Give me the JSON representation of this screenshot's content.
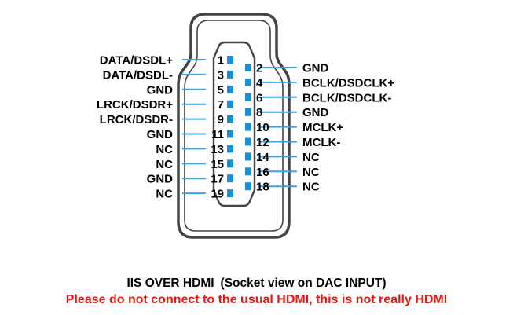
{
  "pins": [
    {
      "number": "1",
      "label": "DATA/DSDL+"
    },
    {
      "number": "2",
      "label": "GND"
    },
    {
      "number": "3",
      "label": "DATA/DSDL-"
    },
    {
      "number": "4",
      "label": "BCLK/DSDCLK+"
    },
    {
      "number": "5",
      "label": "GND"
    },
    {
      "number": "6",
      "label": "BCLK/DSDCLK-"
    },
    {
      "number": "7",
      "label": "LRCK/DSDR+"
    },
    {
      "number": "8",
      "label": "GND"
    },
    {
      "number": "9",
      "label": "LRCK/DSDR-"
    },
    {
      "number": "10",
      "label": "MCLK+"
    },
    {
      "number": "11",
      "label": "GND"
    },
    {
      "number": "12",
      "label": "MCLK-"
    },
    {
      "number": "13",
      "label": "NC"
    },
    {
      "number": "14",
      "label": "NC"
    },
    {
      "number": "15",
      "label": "NC"
    },
    {
      "number": "16",
      "label": "NC"
    },
    {
      "number": "17",
      "label": "GND"
    },
    {
      "number": "18",
      "label": "NC"
    },
    {
      "number": "19",
      "label": "NC"
    }
  ],
  "caption": {
    "title": "IIS OVER HDMI",
    "subtitle": "(Socket view on DAC INPUT)",
    "warning": "Please do not connect to the usual HDMI, this is not really HDMI"
  },
  "colors": {
    "pin": "#1a8fd8",
    "lead": "#3aa3e6",
    "connector_outline": "#444444",
    "warning": "#e8170f"
  }
}
